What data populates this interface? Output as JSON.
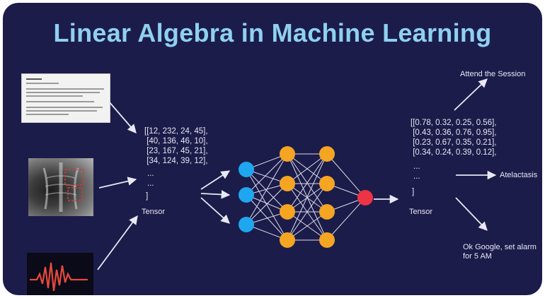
{
  "title": "Linear Algebra in Machine Learning",
  "input_tensor": {
    "rows": [
      "[[12, 232, 24, 45],",
      " [40, 136, 46, 10],",
      " [23, 167, 45, 21],",
      " [34, 124, 39, 12],"
    ],
    "ellipsis": [
      "...",
      "..."
    ],
    "close": "]",
    "label": "Tensor"
  },
  "output_tensor": {
    "rows": [
      "[[0.78, 0.32, 0.25, 0.56],",
      " [0.43, 0.36, 0.76, 0.95],",
      " [0.23, 0.67, 0.35, 0.21],",
      " [0.34, 0.24, 0.39, 0.12],"
    ],
    "ellipsis": [
      "...",
      "..."
    ],
    "close": "]",
    "label": "Tensor"
  },
  "outputs": {
    "session": "Attend the Session",
    "diagnosis": "Atelactasis",
    "voice_line1": "Ok Google, set alarm",
    "voice_line2": "for 5 AM"
  },
  "inputs": [
    "document-image",
    "chest-xray-image",
    "audio-waveform-image"
  ],
  "network": {
    "layers": [
      3,
      4,
      4,
      1
    ]
  },
  "colors": {
    "background": "#1c1c4a",
    "title": "#8fd0f0",
    "input_node": "#1ea7f0",
    "hidden_node": "#f5a522",
    "output_node": "#ee3344",
    "arrow": "#e8e8f4",
    "waveform": "#e54a3a"
  }
}
